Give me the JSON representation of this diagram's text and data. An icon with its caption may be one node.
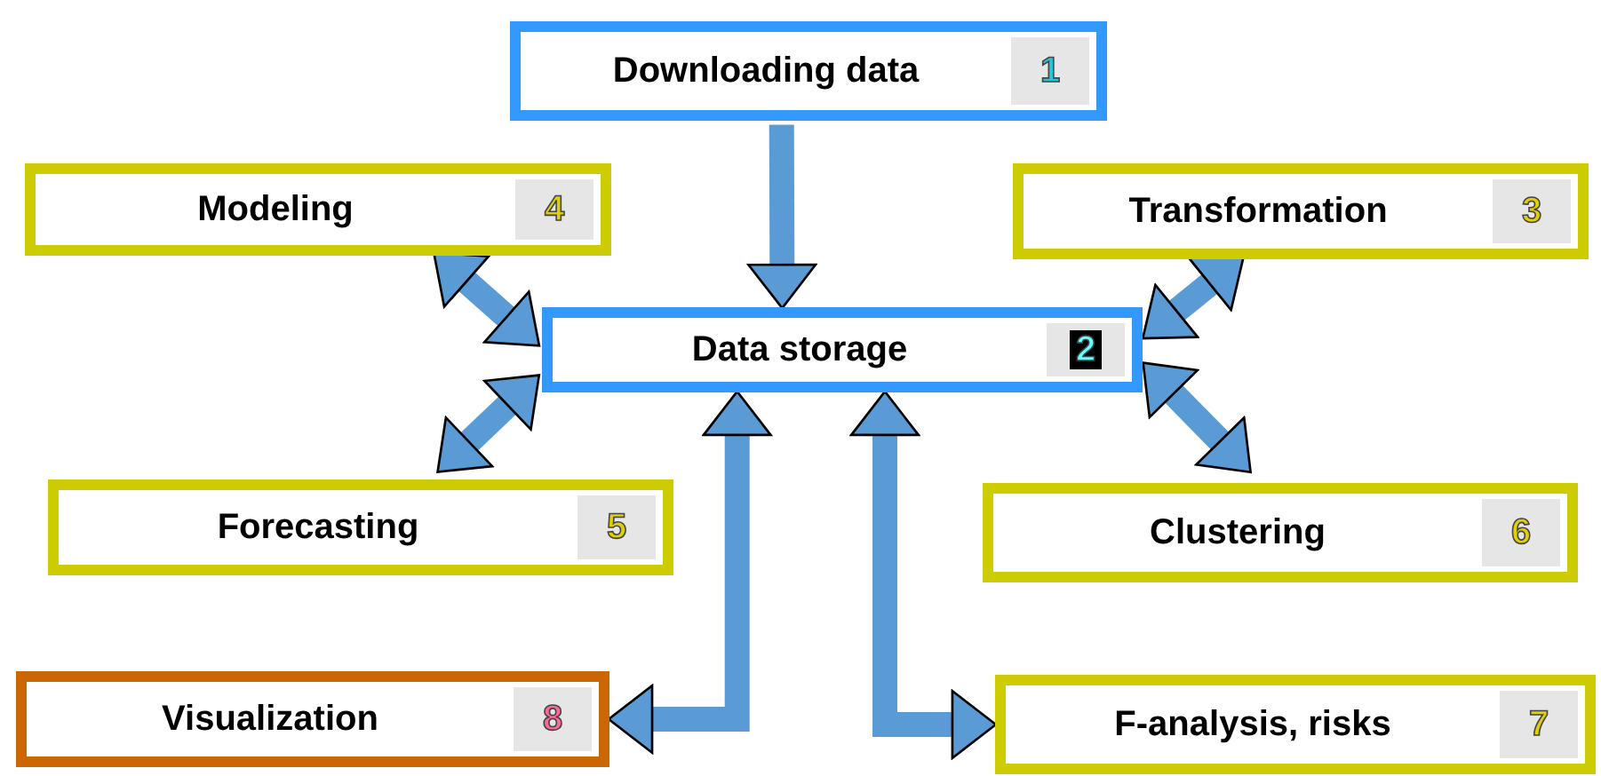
{
  "diagram": {
    "nodes": [
      {
        "text": [
          "Downloading data",
          "1"
        ]
      },
      {
        "text": [
          "Modeling",
          "4"
        ]
      },
      {
        "text": [
          "Transformation",
          "3"
        ]
      },
      {
        "text": [
          "Data storage",
          "2"
        ]
      },
      {
        "text": [
          "Forecasting",
          "5"
        ]
      },
      {
        "text": [
          "Clustering",
          "6"
        ]
      },
      {
        "text": [
          "Visualization",
          "8"
        ]
      },
      {
        "text": [
          "F-analysis, risks",
          "7"
        ]
      }
    ],
    "edges": [
      {
        "from": 0,
        "to": 3,
        "arrow": "to"
      },
      {
        "from": 1,
        "to": 3,
        "arrow": "both"
      },
      {
        "from": 2,
        "to": 3,
        "arrow": "both"
      },
      {
        "from": 4,
        "to": 3,
        "arrow": "both"
      },
      {
        "from": 5,
        "to": 3,
        "arrow": "both"
      },
      {
        "from": 3,
        "to": 6,
        "arrow": "both"
      },
      {
        "from": 3,
        "to": 7,
        "arrow": "both"
      }
    ]
  }
}
